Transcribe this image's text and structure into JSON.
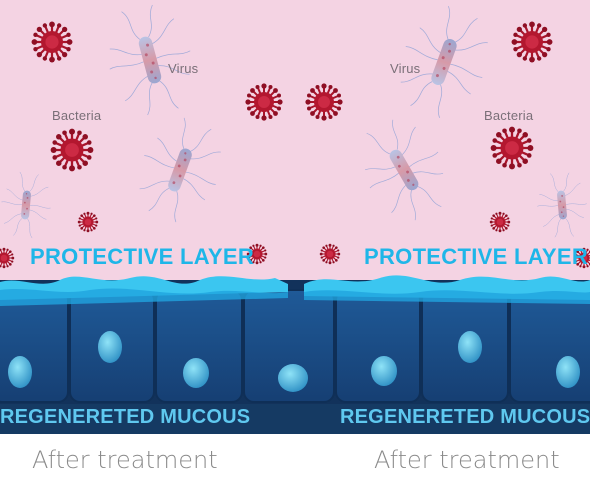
{
  "labels": {
    "virus_left": "Virus",
    "bacteria_left": "Bacteria",
    "virus_right": "Virus",
    "bacteria_right": "Bacteria",
    "protective_left": "PROTECTIVE LAYER",
    "protective_right": "PROTECTIVE LAYER",
    "mucous_left": "REGENERETED MUCOUS",
    "mucous_right": "REGENERETED MUCOUS",
    "caption_left": "After treatment",
    "caption_right": "After treatment"
  },
  "colors": {
    "sky": "#f4d3e3",
    "virus": "#a8142a",
    "layer": "#3bc6f0",
    "cells": "#1d4d86",
    "mucous_band": "#153a63"
  }
}
